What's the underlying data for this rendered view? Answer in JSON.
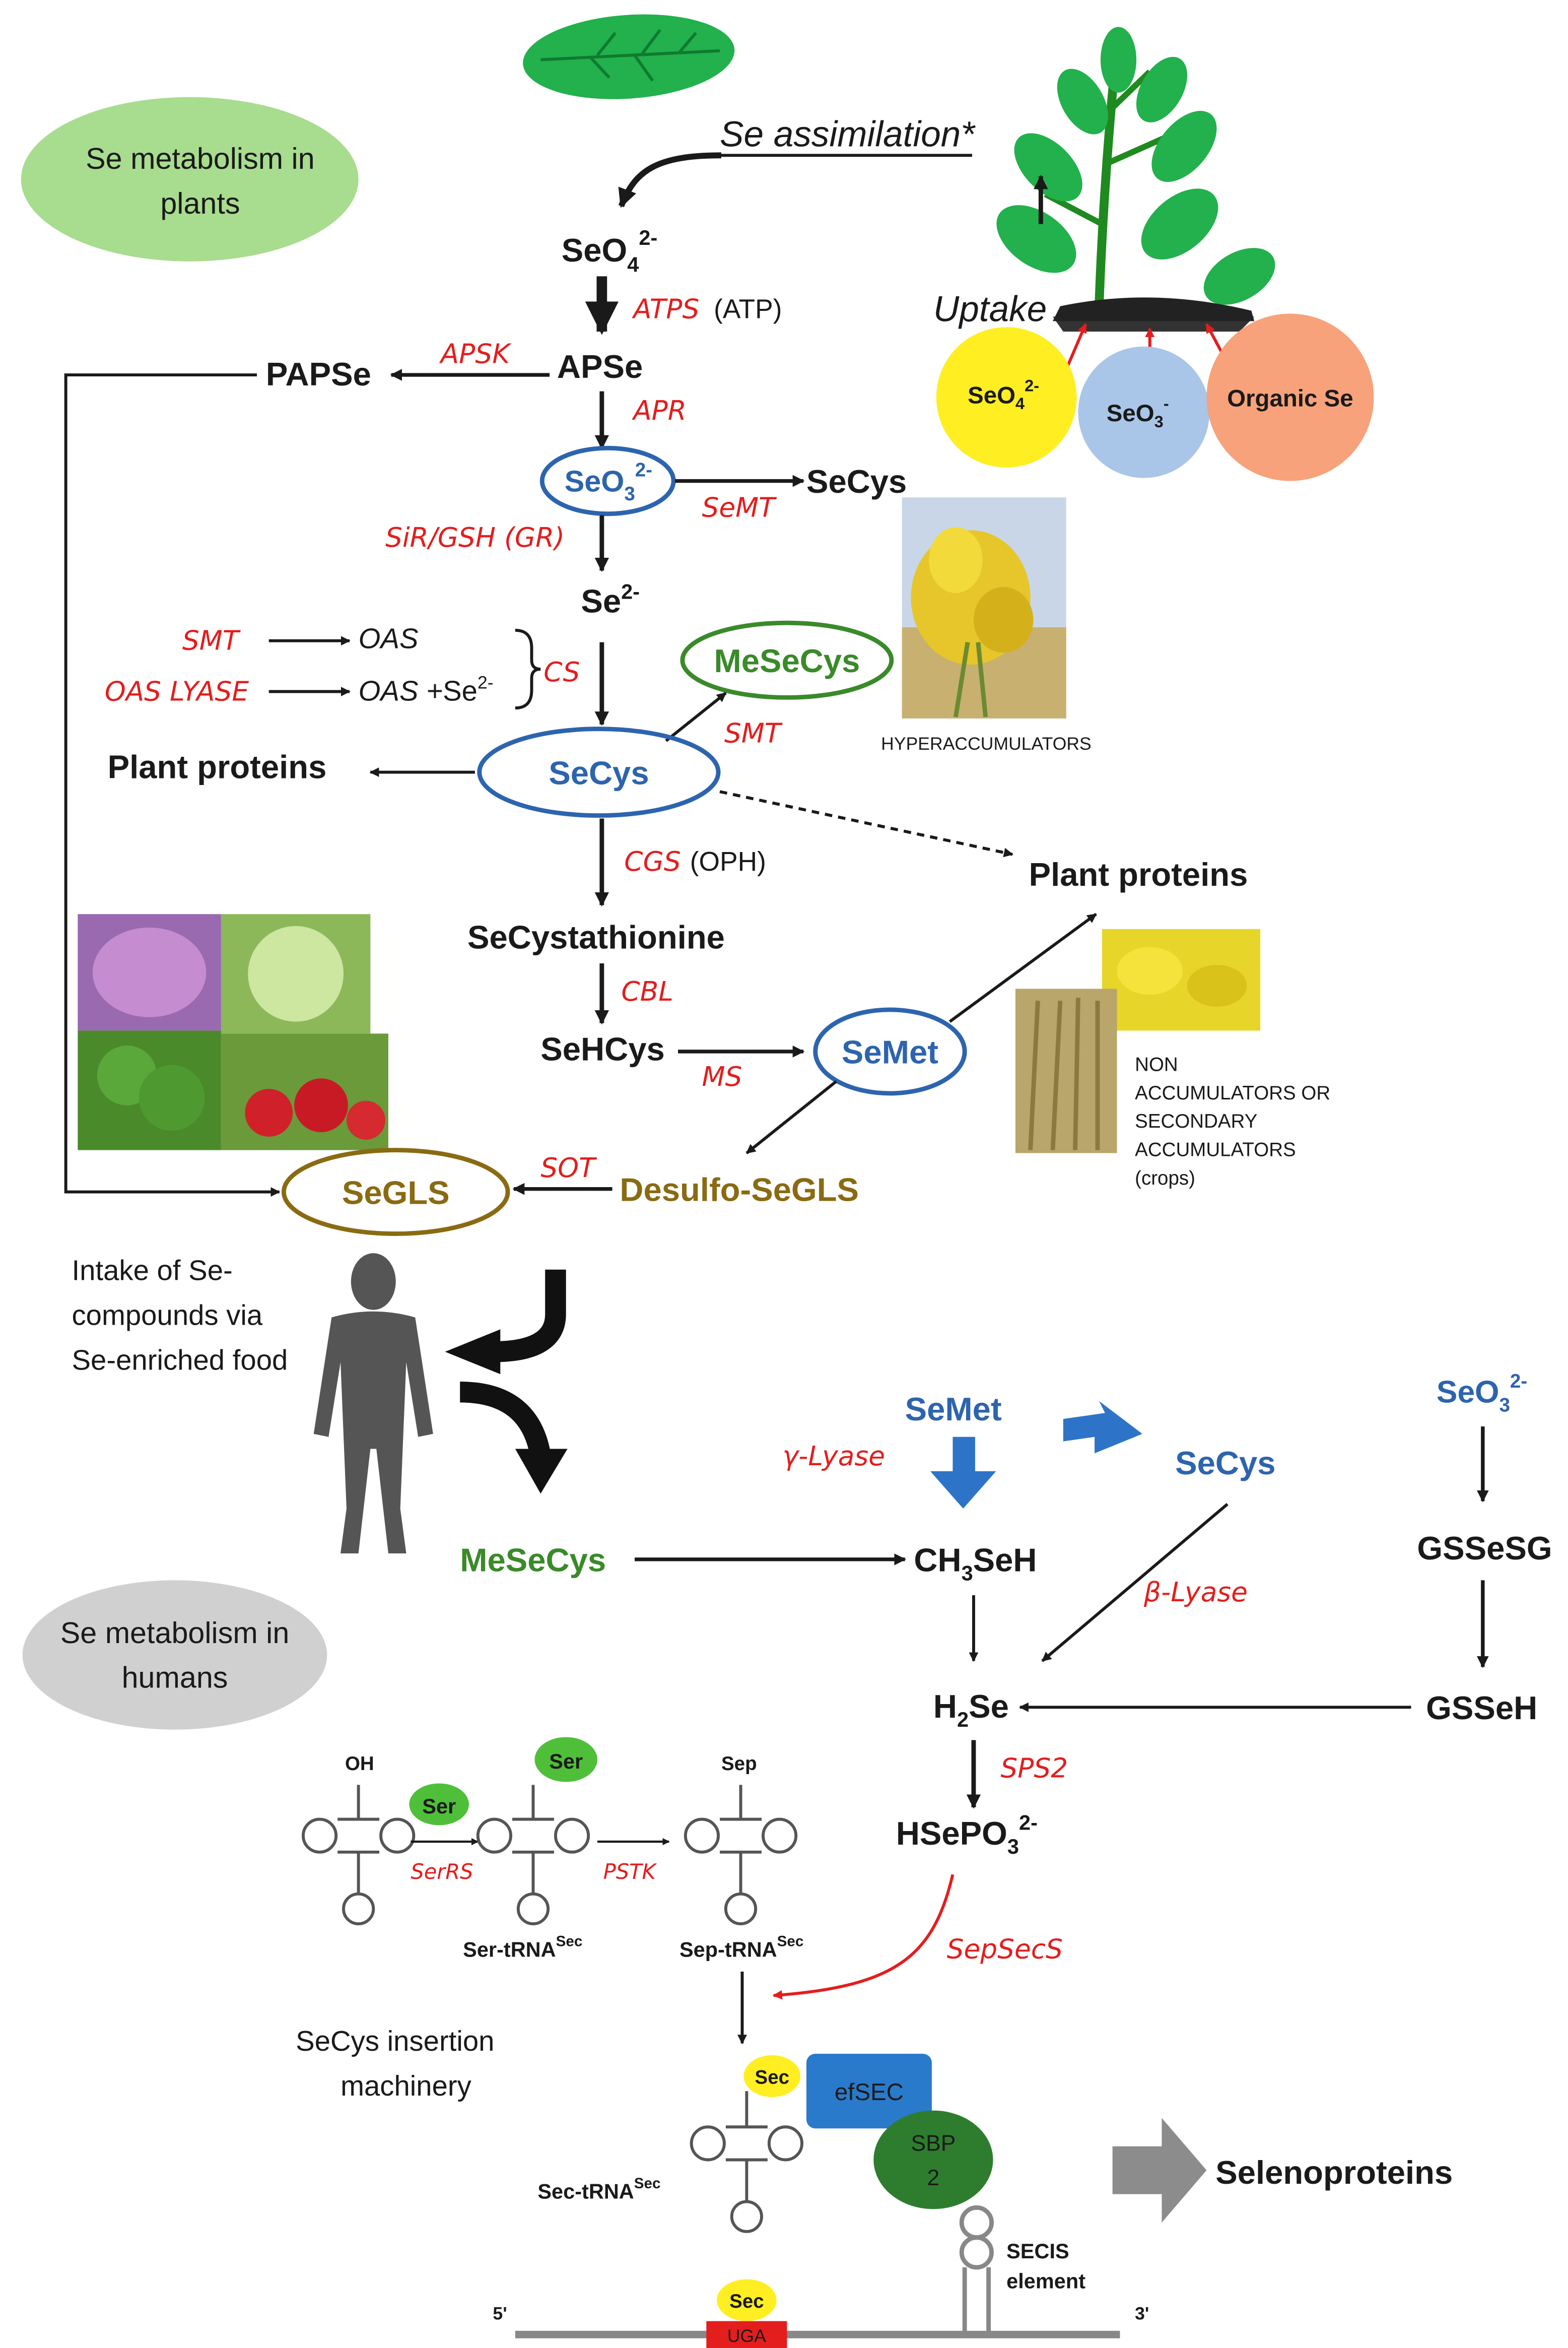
{
  "titles": {
    "plants_badge": [
      "Se metabolism in",
      "plants"
    ],
    "humans_badge": [
      "Se metabolism in",
      "humans"
    ]
  },
  "colors": {
    "enzyme": "#e41d1d",
    "blue_compound": "#2d64ae",
    "green_compound": "#3a8a2a",
    "glucosinolate": "#8a6a12",
    "plants_badge": "#a8dc8e",
    "humans_badge": "#d0d0d0"
  },
  "plant": {
    "assimilation": "Se assimilation*",
    "uptake": "Uptake",
    "sources": [
      "SeO",
      "SeO",
      "Organic Se"
    ],
    "selenate_sub": "4",
    "selenate_sup": "2-",
    "selenite_sub": "3",
    "selenite_sup": "-"
  },
  "compounds": {
    "seo4": "SeO",
    "seo4_sub": "4",
    "seo4_sup": "2-",
    "apse": "APSe",
    "papse": "PAPSe",
    "seo3": "SeO",
    "seo3_sub": "3",
    "seo3_sup": "2-",
    "secys_top": "SeCys",
    "se2": "Se",
    "se2_sup": "2-",
    "oas1": "OAS",
    "oas2": "OAS +",
    "oas2_se": "Se",
    "oas2_sup": "2-",
    "mesecys": "MeSeCys",
    "secys": "SeCys",
    "plant_proteins_left": "Plant proteins",
    "plant_proteins_right": "Plant proteins",
    "secystathionine": "SeCystathionine",
    "sehcys": "SeHCys",
    "semet": "SeMet",
    "segls": "SeGLS",
    "desulfo": "Desulfo-SeGLS"
  },
  "enzymes": {
    "atps": "ATPS",
    "atp": "(ATP)",
    "apsk": "APSK",
    "apr": "APR",
    "semt": "SeMT",
    "sir": "SiR/GSH (GR)",
    "smt1": "SMT",
    "oas_lyase": "OAS LYASE",
    "cs": "CS",
    "smt2": "SMT",
    "cgs": "CGS",
    "oph": "(OPH)",
    "cbl": "CBL",
    "ms": "MS",
    "sot": "SOT"
  },
  "plant_groups": {
    "hyper": "HYPERACCUMULATORS",
    "non_acc": [
      "NON",
      "ACCUMULATORS OR",
      "SECONDARY",
      "ACCUMULATORS",
      "(crops)"
    ]
  },
  "human": {
    "intake": [
      "Intake of Se-",
      "compounds via",
      "Se-enriched food"
    ],
    "semet": "SeMet",
    "secys": "SeCys",
    "seo3": "SeO",
    "seo3_sub": "3",
    "seo3_sup": "2-",
    "gamma": "γ-Lyase",
    "beta": "β-Lyase",
    "mesecys": "MeSeCys",
    "ch3seh": "CH",
    "ch3seh_sub": "3",
    "ch3seh_end": "SeH",
    "gssesg": "GSSeSG",
    "h2se": "H",
    "h2se_sub": "2",
    "h2se_end": "Se",
    "gsseh": "GSSeH",
    "sps2": "SPS2",
    "hsepo3": "HSePO",
    "hsepo3_sub": "3",
    "hsepo3_sup": "2-",
    "sepsecs": "SepSecS"
  },
  "trna": {
    "oh": "OH",
    "ser_badge": "Ser",
    "ser_top": "Ser",
    "sep": "Sep",
    "serrs": "SerRS",
    "pstk": "PSTK",
    "ser_trna": "Ser-tRNA",
    "sep_trna": "Sep-tRNA",
    "sec_trna": "Sec-tRNA",
    "sec_sup": "Sec",
    "sec_badge": "Sec",
    "sec_badge2": "Sec",
    "insertion": [
      "SeCys insertion",
      "machinery"
    ],
    "efsec": "efSEC",
    "sbp2": [
      "SBP",
      "2"
    ],
    "secis": [
      "SECIS",
      "element"
    ],
    "five": "5'",
    "three": "3'",
    "uga": "UGA",
    "selenoproteins": "Selenoproteins"
  }
}
